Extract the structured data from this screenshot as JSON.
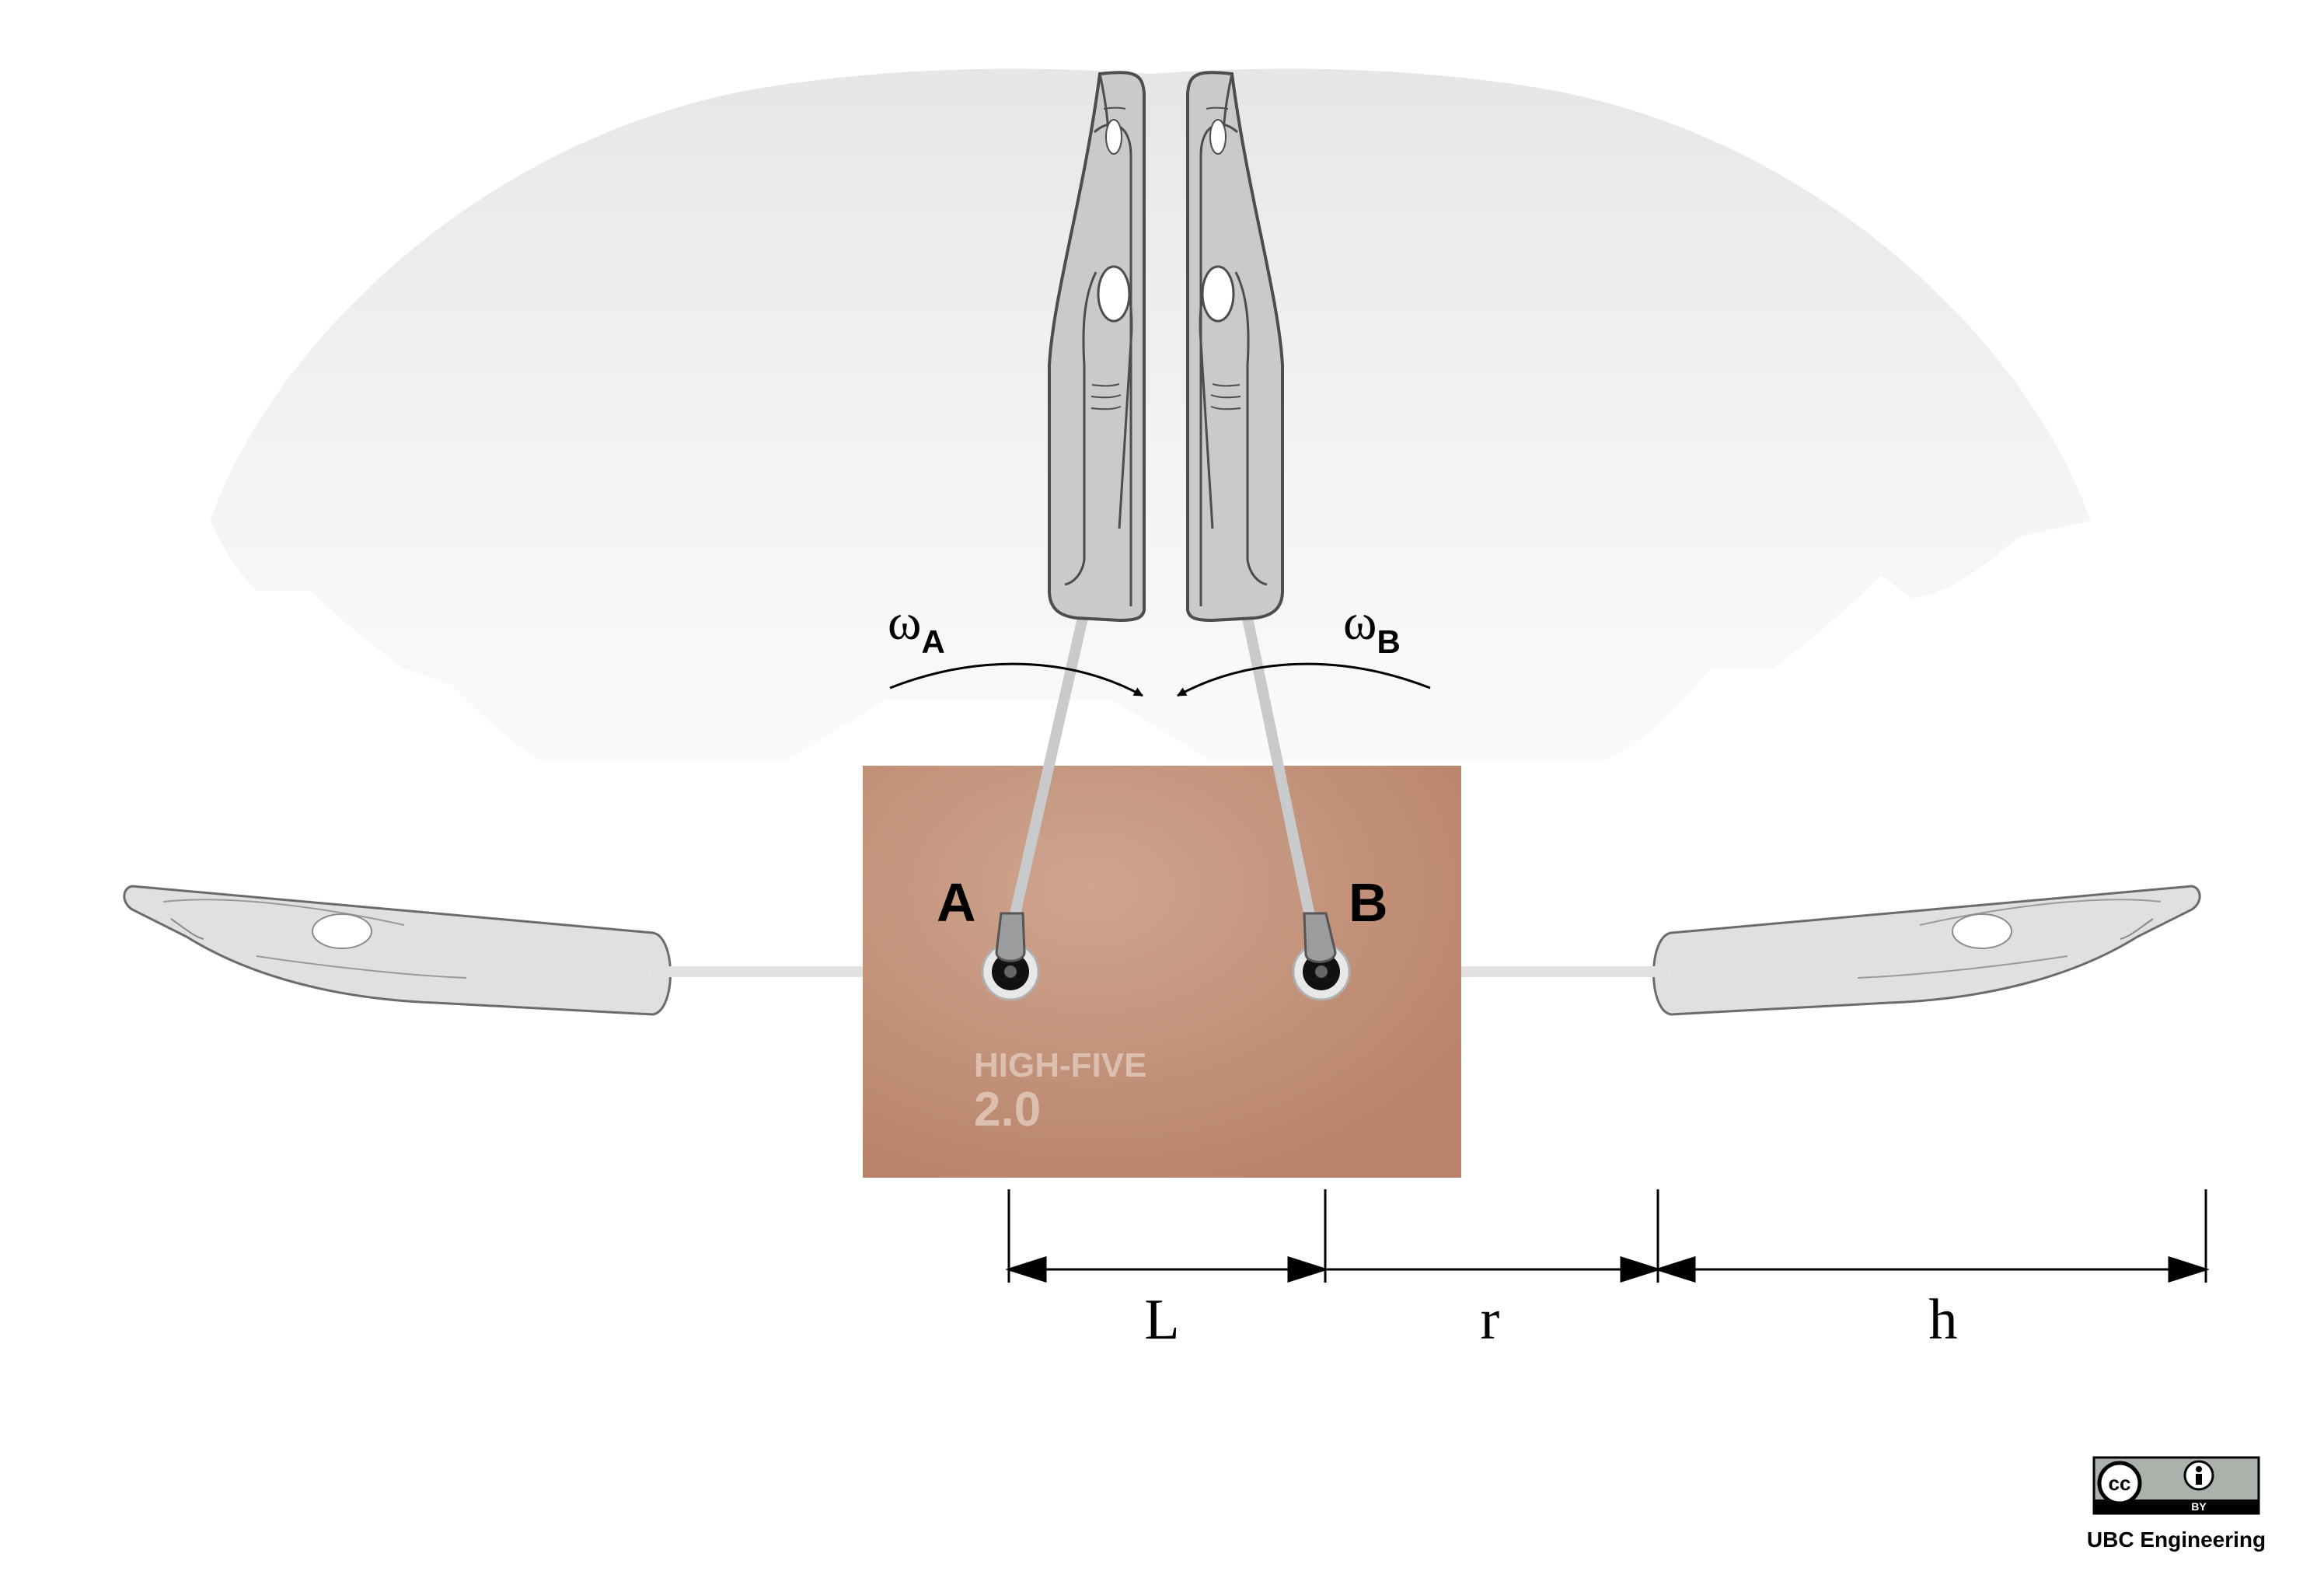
{
  "labels": {
    "pivot_a": "A",
    "pivot_b": "B",
    "omega_a_symbol": "ω",
    "omega_a_sub": "A",
    "omega_b_symbol": "ω",
    "omega_b_sub": "B",
    "brand_line1": "HIGH-FIVE",
    "brand_line2": "2.0",
    "dim_l": "L",
    "dim_r": "r",
    "dim_h": "h"
  },
  "license": {
    "cc": "cc",
    "by": "BY",
    "credit": "UBC Engineering"
  },
  "colors": {
    "box": "#c2917a",
    "hand_fill": "#c8cacc",
    "hand_faded_fill": "#dfe0e1",
    "outline": "#4d4d4d",
    "sweep": "#eeeeee",
    "dimension": "#000000"
  }
}
